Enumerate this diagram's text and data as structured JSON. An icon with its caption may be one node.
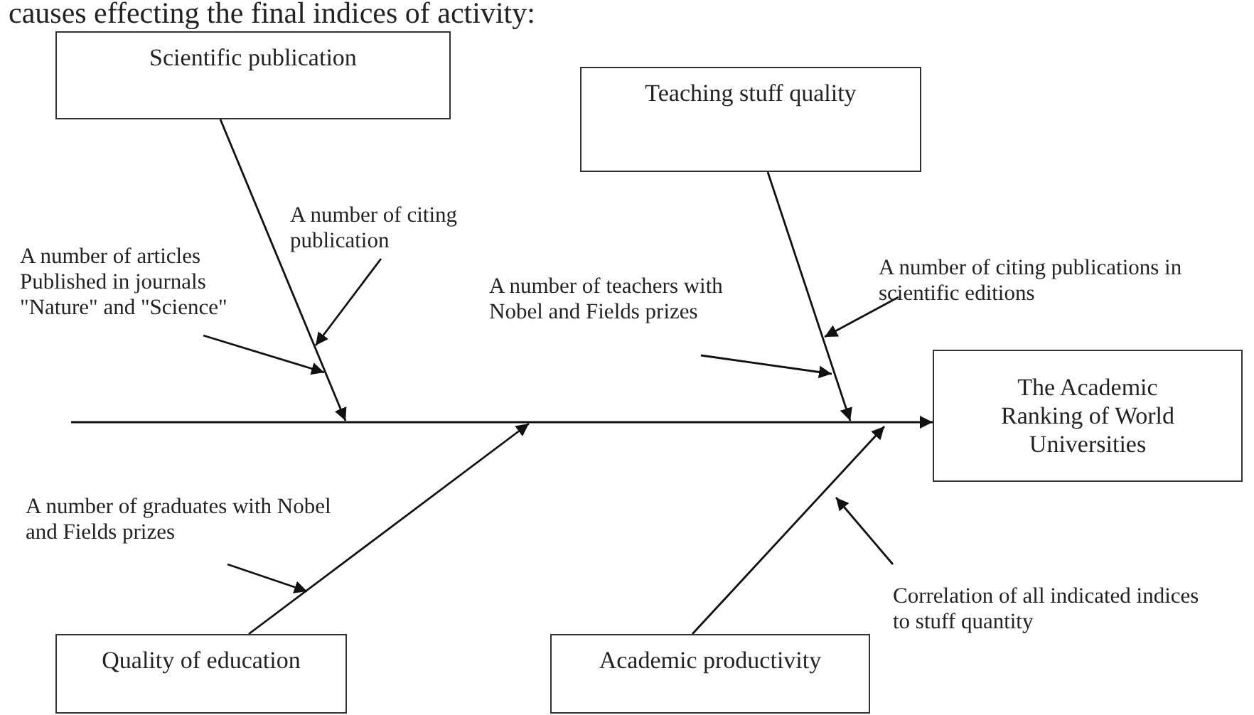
{
  "diagram": {
    "nodes": [
      {
        "text": [
          "Scientific publication"
        ]
      },
      {
        "text": [
          "Teaching stuff quality"
        ]
      },
      {
        "text": [
          "The Academic Ranking of World Universities"
        ]
      },
      {
        "text": [
          "Quality of education"
        ]
      },
      {
        "text": [
          "Academic productivity"
        ]
      },
      {
        "text": [
          "A number of articles Published in journals \"Nature\" and \"Science\""
        ]
      },
      {
        "text": [
          "A number of citing publication"
        ]
      },
      {
        "text": [
          "A number of teachers with Nobel and Fields prizes"
        ]
      },
      {
        "text": [
          "A number of citing publications in scientific editions"
        ]
      },
      {
        "text": [
          "A number of graduates with Nobel and Fields prizes"
        ]
      },
      {
        "text": [
          "Correlation of all indicated indices to stuff quantity"
        ]
      }
    ],
    "edges": [
      {
        "from": null,
        "to": 2,
        "arrow": "to"
      },
      {
        "from": 0,
        "to": null,
        "arrow": "to"
      },
      {
        "from": 1,
        "to": null,
        "arrow": "to"
      },
      {
        "from": 3,
        "to": null,
        "arrow": "to"
      },
      {
        "from": 4,
        "to": null,
        "arrow": "to"
      },
      {
        "from": 5,
        "to": null,
        "arrow": "to"
      },
      {
        "from": 6,
        "to": null,
        "arrow": "to"
      },
      {
        "from": 7,
        "to": null,
        "arrow": "to"
      },
      {
        "from": 8,
        "to": null,
        "arrow": "to"
      },
      {
        "from": 9,
        "to": null,
        "arrow": "to"
      },
      {
        "from": 10,
        "to": null,
        "arrow": "to"
      }
    ],
    "labels": [
      "causes effecting the final indices of activity:"
    ]
  }
}
